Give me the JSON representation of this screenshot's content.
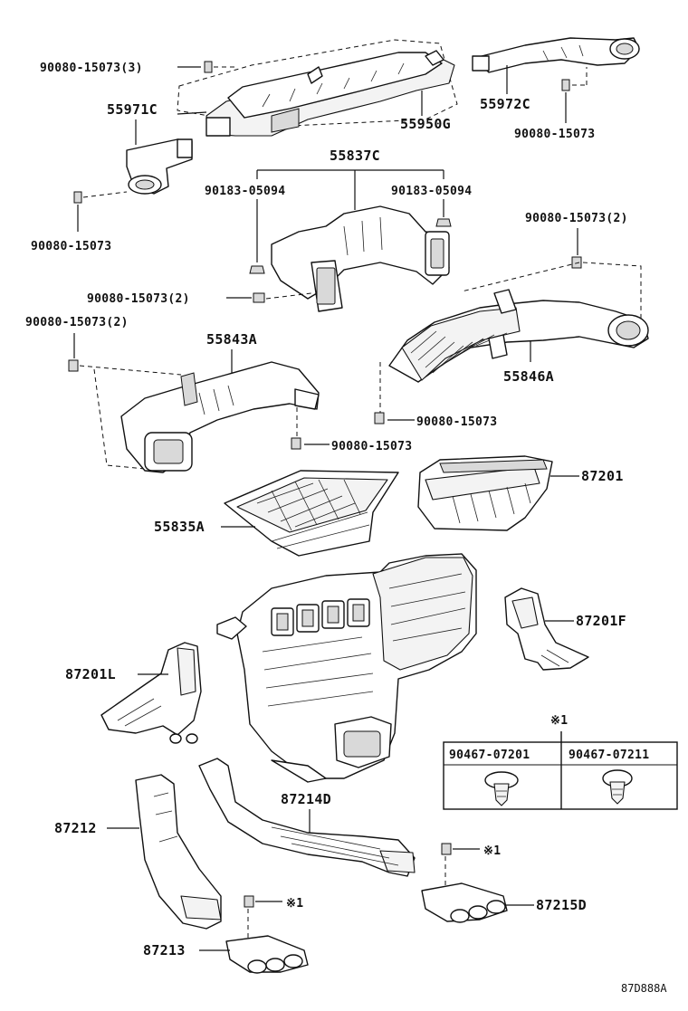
{
  "diagram_id": "87D888A",
  "labels": {
    "l_90080_15073_3": "90080-15073(3)",
    "l_55971C": "55971C",
    "l_55950G": "55950G",
    "l_55972C": "55972C",
    "l_90080_15073_a": "90080-15073",
    "l_55837C": "55837C",
    "l_90183_05094_a": "90183-05094",
    "l_90183_05094_b": "90183-05094",
    "l_90080_15073_b": "90080-15073",
    "l_90080_15073_2a": "90080-15073(2)",
    "l_90080_15073_2b": "90080-15073(2)",
    "l_90080_15073_2c": "90080-15073(2)",
    "l_55843A": "55843A",
    "l_55846A": "55846A",
    "l_90080_15073_c": "90080-15073",
    "l_90080_15073_d": "90080-15073",
    "l_87201": "87201",
    "l_55835A": "55835A",
    "l_87201F": "87201F",
    "l_87201L": "87201L",
    "l_87214D": "87214D",
    "l_87212": "87212",
    "l_87213": "87213",
    "l_87215D": "87215D",
    "l_ref1a": "※1",
    "l_ref1b": "※1"
  },
  "clip_table": {
    "ref_mark": "※1",
    "col1": "90467-07201",
    "col2": "90467-07211"
  }
}
